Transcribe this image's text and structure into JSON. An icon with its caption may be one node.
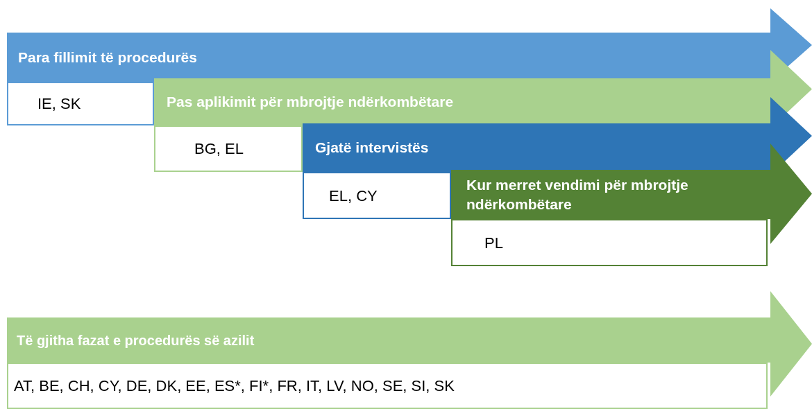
{
  "diagram": {
    "nodes": [
      {
        "text": [
          "Para fillimit të procedurës"
        ]
      },
      {
        "text": [
          "IE, SK"
        ]
      },
      {
        "text": [
          "Pas aplikimit për mbrojtje ndërkombëtare"
        ]
      },
      {
        "text": [
          "BG, EL"
        ]
      },
      {
        "text": [
          "Gjatë intervistës"
        ]
      },
      {
        "text": [
          "EL, CY"
        ]
      },
      {
        "text": [
          "Kur merret vendimi për mbrojtje ndërkombëtare"
        ]
      },
      {
        "text": [
          "PL"
        ]
      },
      {
        "text": [
          "Të gjitha fazat e procedurës së azilit"
        ]
      },
      {
        "text": [
          "AT, BE, CH, CY, DE, DK, EE, ES*, FI*, FR, IT, LV, NO, SE, SI, SK"
        ]
      }
    ]
  }
}
